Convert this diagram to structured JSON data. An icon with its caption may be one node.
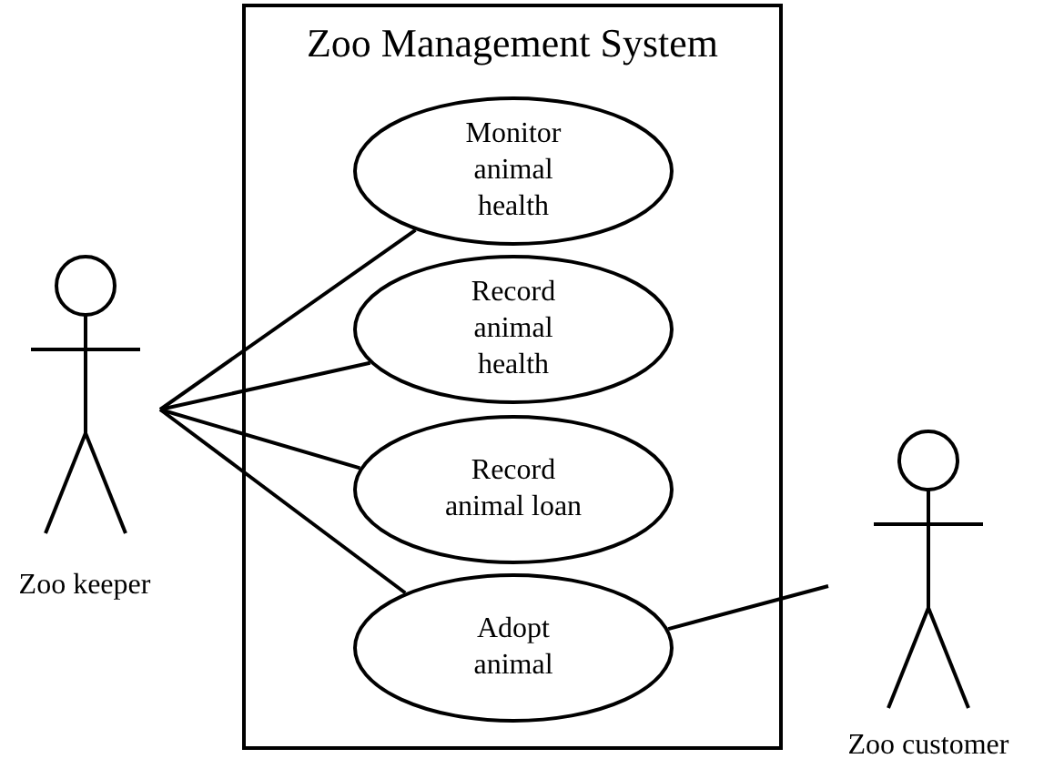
{
  "diagram": {
    "nodes": [
      {
        "text": [
          "Zoo Management System"
        ]
      },
      {
        "text": [
          "Monitor animal health"
        ],
        "in": 0
      },
      {
        "text": [
          "Record animal health"
        ],
        "in": 0
      },
      {
        "text": [
          "Record animal loan"
        ],
        "in": 0
      },
      {
        "text": [
          "Adopt animal"
        ],
        "in": 0
      },
      {
        "text": [
          "Zoo keeper"
        ]
      },
      {
        "text": [
          "Zoo customer"
        ]
      }
    ],
    "edges": [
      {
        "from": 5,
        "to": 1,
        "arrow": "none"
      },
      {
        "from": 5,
        "to": 2,
        "arrow": "none"
      },
      {
        "from": 5,
        "to": 3,
        "arrow": "none"
      },
      {
        "from": 5,
        "to": 4,
        "arrow": "none"
      },
      {
        "from": 4,
        "to": 6,
        "arrow": "none"
      }
    ]
  }
}
